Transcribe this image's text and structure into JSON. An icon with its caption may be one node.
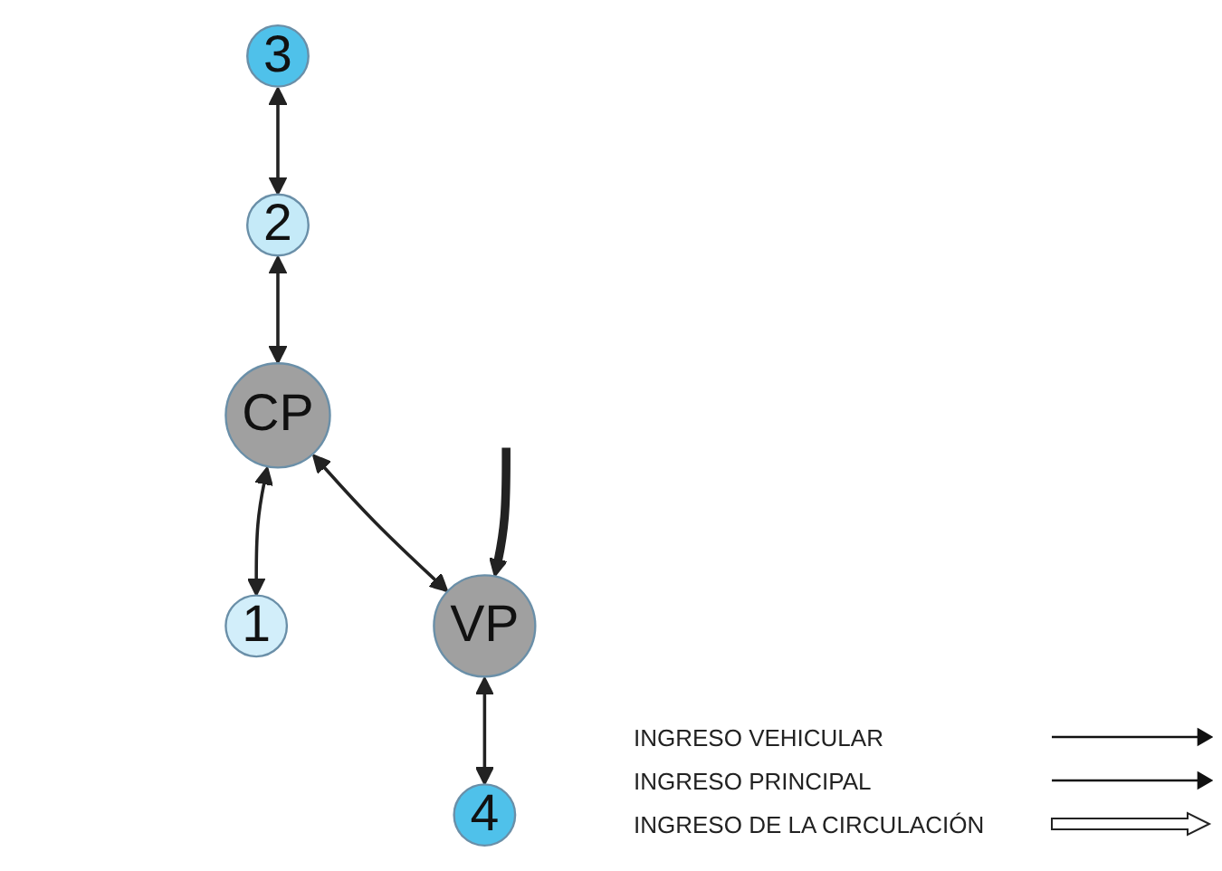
{
  "diagram": {
    "nodes": [
      {
        "text": [
          "3"
        ]
      },
      {
        "text": [
          "1"
        ]
      },
      {
        "text": [
          "CP"
        ]
      },
      {
        "text": [
          "2"
        ]
      },
      {
        "text": [
          "4"
        ]
      },
      {
        "text": [
          "VP"
        ]
      }
    ],
    "edges": [
      {
        "from": 0,
        "to": 3,
        "arrow": "both"
      },
      {
        "from": 3,
        "to": 2,
        "arrow": "both"
      },
      {
        "from": 2,
        "to": 1,
        "arrow": "both"
      },
      {
        "from": 2,
        "to": 5,
        "arrow": "both"
      },
      {
        "from": 5,
        "to": 4,
        "arrow": "both"
      },
      {
        "from": null,
        "to": 5,
        "arrow": "to",
        "style": "thick"
      }
    ],
    "legend": [
      {
        "text": "INGRESO VEHICULAR"
      },
      {
        "text": "INGRESO PRINCIPAL"
      },
      {
        "text": "INGRESO DE LA CIRCULACIÓN"
      }
    ]
  }
}
